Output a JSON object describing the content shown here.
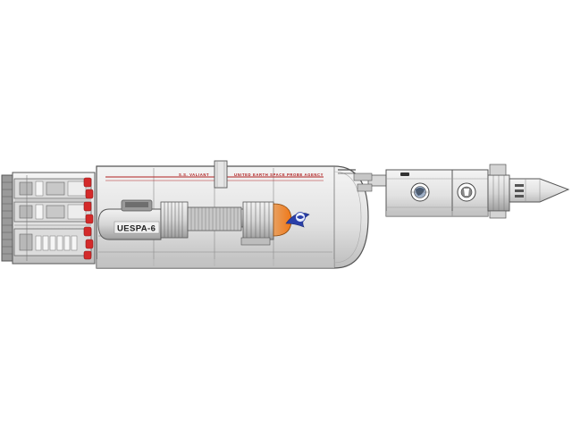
{
  "ship": {
    "hull_marking_name": "S.S. VALIANT",
    "hull_marking_agency": "UNITED EARTH SPACE PROBE AGENCY",
    "module_label": "UESPA-6"
  },
  "colors": {
    "hull": "#e8e8e8",
    "hull_shadow": "#c4c4c4",
    "outline": "#555555",
    "stripe_red": "#b02020",
    "thruster_red": "#d42a2a",
    "nose_orange": "#f08020",
    "emblem_blue": "#2a3fa8"
  },
  "icons": {
    "emblem": "uespa-globe-emblem",
    "seal": "laurel-seal-emblem"
  }
}
